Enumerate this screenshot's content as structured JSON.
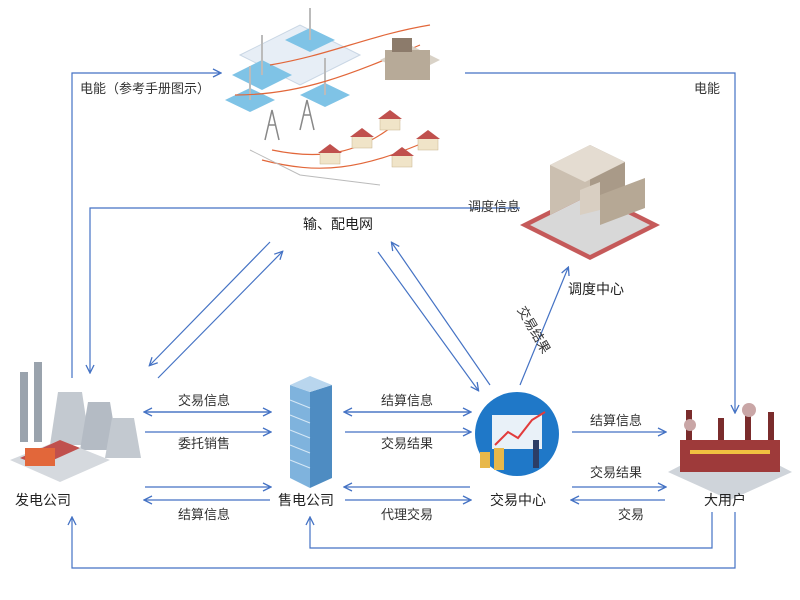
{
  "nodes": {
    "grid": "输、配电网",
    "dispatch": "调度中心",
    "generator": "发电公司",
    "retailer": "售电公司",
    "exchange": "交易中心",
    "large_user": "大用户"
  },
  "edges": {
    "energy_left": "电能（参考手册图示）",
    "energy_right": "电能",
    "dispatch_info": "调度信息",
    "trade_result_dispatch": "交易结果",
    "gen_to_retail_info": "交易信息",
    "gen_entrust": "委托销售",
    "retail_to_gen_settle": "结算信息",
    "retail_exchange_settle": "结算信息",
    "retail_exchange_result": "交易结果",
    "retail_agent_trade": "代理交易",
    "exchange_user_settle": "结算信息",
    "exchange_user_result": "交易结果",
    "user_trade": "交易"
  },
  "colors": {
    "arrow": "#4472c4",
    "building": "#8c7b6b",
    "tower": "#5b9bd5",
    "exchange_circle": "#1f78c8",
    "factory": "#9e3a3a",
    "plant": "#9aa3ad",
    "roof": "#c0504d"
  }
}
